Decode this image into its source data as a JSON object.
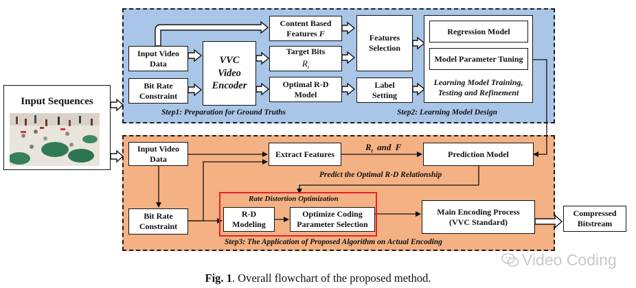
{
  "colors": {
    "top_region": "#a9c6e8",
    "bottom_region": "#f4b183",
    "highlight": "#e8202a"
  },
  "diagram": {
    "input_sequences": "Input Sequences",
    "top": {
      "input_video_1": "Input Video",
      "input_video_2": "Data",
      "bit_rate_1": "Bit Rate",
      "bit_rate_2": "Constraint",
      "vvc_1": "VVC",
      "vvc_2": "Video",
      "vvc_3": "Encoder",
      "content_1": "Content Based",
      "content_2": "Features",
      "content_var": "F",
      "target_bits": "Target Bits",
      "target_var": "R",
      "target_sub": "t",
      "optimal_1": "Optimal R-D",
      "optimal_2": "Model",
      "features_sel_1": "Features",
      "features_sel_2": "Selection",
      "label_set_1": "Label",
      "label_set_2": "Setting",
      "regression": "Regression Model",
      "param_tuning": "Model Parameter Tuning",
      "learning_1": "Learning Model Training,",
      "learning_2": "Testing and Refinement",
      "step1": "Step1: Preparation for Ground Truths",
      "step2": "Step2: Learning Model Design"
    },
    "bottom": {
      "input_video_1": "Input Video",
      "input_video_2": "Data",
      "bit_rate_1": "Bit Rate",
      "bit_rate_2": "Constraint",
      "extract": "Extract Features",
      "rt_var": "R",
      "rt_sub": "t",
      "and": "and",
      "f_var": "F",
      "prediction": "Prediction Model",
      "predict_label": "Predict the Optimal R-D Relationship",
      "rdo_title": "Rate Distortion Optimization",
      "rd_1": "R-D",
      "rd_2": "Modeling",
      "opt_1": "Optimize Coding",
      "opt_2": "Parameter Selection",
      "main_1": "Main Encoding Process",
      "main_2": "(VVC Standard)",
      "step3": "Step3: The Application of Proposed Algorithm on Actual Encoding"
    },
    "compressed_1": "Compressed",
    "compressed_2": "Bitstream"
  },
  "caption": {
    "fig": "Fig. 1",
    "text": ". Overall flowchart of the proposed method."
  },
  "watermark": "Video Coding"
}
